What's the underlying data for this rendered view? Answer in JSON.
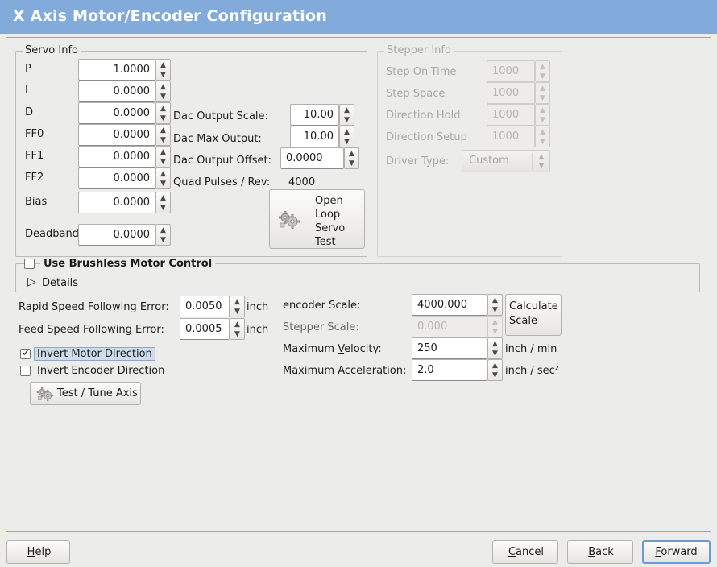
{
  "window": {
    "title": "X Axis Motor/Encoder Configuration"
  },
  "servo_info": {
    "legend": "Servo Info",
    "rows": [
      {
        "label": "P",
        "value": "1.0000"
      },
      {
        "label": "I",
        "value": "0.0000"
      },
      {
        "label": "D",
        "value": "0.0000"
      },
      {
        "label": "FF0",
        "value": "0.0000"
      },
      {
        "label": "FF1",
        "value": "0.0000"
      },
      {
        "label": "FF2",
        "value": "0.0000"
      },
      {
        "label": "Bias",
        "value": "0.0000"
      },
      {
        "label": "Deadband",
        "value": "0.0000"
      }
    ],
    "dac_output_scale": {
      "label": "Dac Output Scale:",
      "value": "10.00"
    },
    "dac_max_output": {
      "label": "Dac Max Output:",
      "value": "10.00"
    },
    "dac_output_offset": {
      "label": "Dac Output Offset:",
      "value": "0.0000"
    },
    "quad_pulses_rev": {
      "label": "Quad Pulses / Rev:",
      "value": "4000"
    },
    "open_loop_button": {
      "line1": "Open",
      "line2": "Loop",
      "line3": "Servo",
      "line4": "Test",
      "icon": "gears-icon"
    }
  },
  "stepper_info": {
    "legend": "Stepper Info",
    "disabled": true,
    "rows": [
      {
        "label": "Step On-Time",
        "value": "1000"
      },
      {
        "label": "Step Space",
        "value": "1000"
      },
      {
        "label": "Direction Hold",
        "value": "1000"
      },
      {
        "label": "Direction Setup",
        "value": "1000"
      }
    ],
    "driver_type": {
      "label": "Driver Type:",
      "value": "Custom"
    }
  },
  "brushless": {
    "checkbox_label": "Use Brushless Motor Control",
    "checked": false,
    "details_label": "Details",
    "details_expanded": false
  },
  "motion": {
    "rapid_following_error": {
      "label": "Rapid Speed Following Error:",
      "value": "0.0050",
      "unit": "inch"
    },
    "feed_following_error": {
      "label": "Feed Speed Following Error:",
      "value": "0.0005",
      "unit": "inch"
    },
    "invert_motor": {
      "label": "Invert Motor Direction",
      "checked": true
    },
    "invert_encoder": {
      "label": "Invert Encoder Direction",
      "checked": false
    },
    "test_tune_button": {
      "label": "Test / Tune Axis",
      "icon": "gears-icon"
    },
    "encoder_scale": {
      "label": "encoder Scale:",
      "value": "4000.000",
      "unit": ""
    },
    "stepper_scale": {
      "label": "Stepper Scale:",
      "value": "0.000",
      "unit": "",
      "disabled": true
    },
    "maximum_velocity": {
      "label_pre": "Maximum ",
      "label_mnemonic": "V",
      "label_post": "elocity:",
      "value": "250",
      "unit": "inch / min"
    },
    "maximum_acceleration": {
      "label_pre": "Maximum ",
      "label_mnemonic": "A",
      "label_post": "cceleration:",
      "value": "2.0",
      "unit": "inch / sec²"
    },
    "calculate_button": {
      "line1": "Calculate",
      "line2": "Scale"
    }
  },
  "footer": {
    "help": {
      "mnemonic": "H",
      "rest": "elp"
    },
    "cancel": {
      "mnemonic": "C",
      "rest": "ancel"
    },
    "back": {
      "mnemonic": "B",
      "rest": "ack"
    },
    "forward": {
      "mnemonic": "F",
      "rest": "orward",
      "focused": true
    }
  },
  "colors": {
    "titlebar": "#82aadb",
    "panel_border": "#8aa8cd",
    "background": "#ececea",
    "focus_ring": "#6b9bd2",
    "selection": "#cfdcec"
  }
}
